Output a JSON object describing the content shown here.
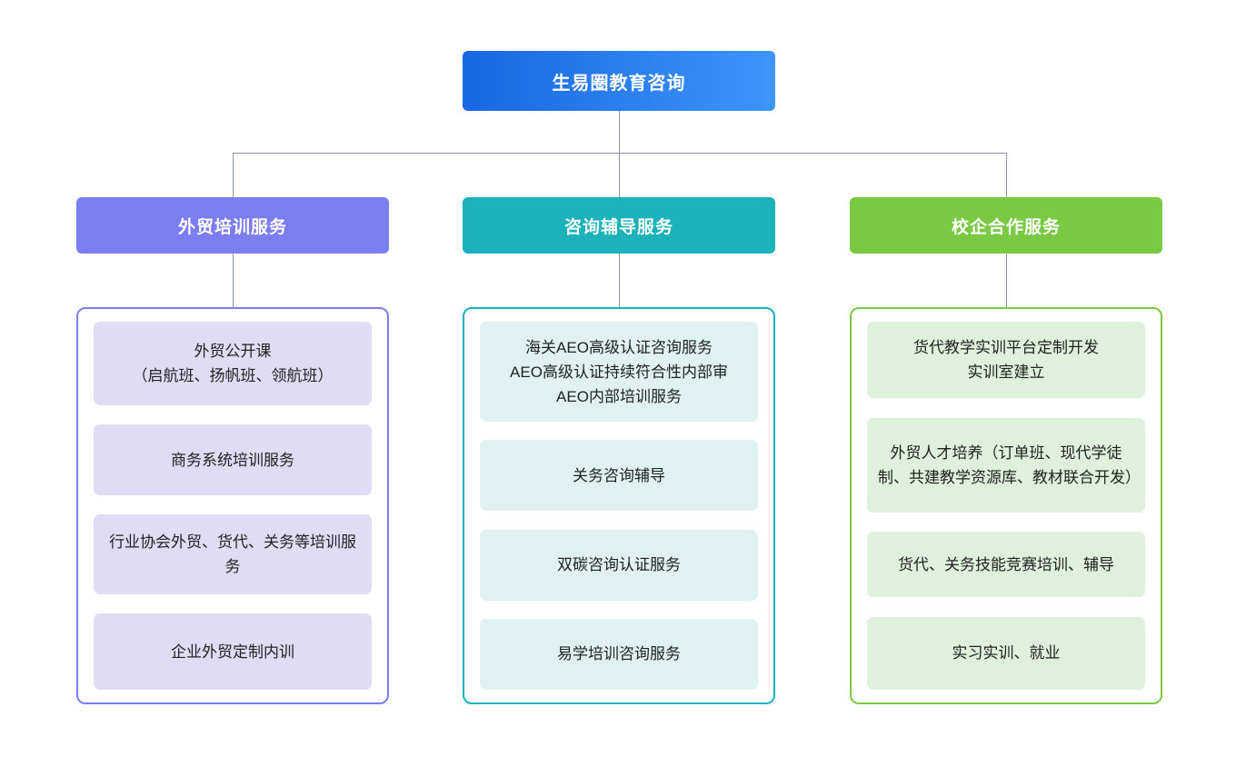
{
  "root": {
    "label": "生易圈教育咨询",
    "gradient_from": "#1668e3",
    "gradient_to": "#3e95fb"
  },
  "connector_color": "#8a94a6",
  "columns": [
    {
      "id": "foreign-trade-training",
      "header": "外贸培训服务",
      "header_color": "#7b7ef0",
      "panel_border_color": "#7b7ef0",
      "leaf_background": "#e0dcf5",
      "items": [
        "外贸公开课\n（启航班、扬帆班、领航班）",
        "商务系统培训服务",
        "行业协会外贸、货代、关务等培训服务",
        "企业外贸定制内训"
      ]
    },
    {
      "id": "consulting-tutoring",
      "header": "咨询辅导服务",
      "header_color": "#1bb2bb",
      "panel_border_color": "#1bb2bb",
      "leaf_background": "#dff2f1",
      "items": [
        "海关AEO高级认证咨询服务\nAEO高级认证持续符合性内部审\nAEO内部培训服务",
        "关务咨询辅导",
        "双碳咨询认证服务",
        "易学培训咨询服务"
      ]
    },
    {
      "id": "school-enterprise-cooperation",
      "header": "校企合作服务",
      "header_color": "#7ac943",
      "panel_border_color": "#7ac943",
      "leaf_background": "#dff0dd",
      "items": [
        "货代教学实训平台定制开发\n实训室建立",
        "外贸人才培养（订单班、现代学徒制、共建教学资源库、教材联合开发）",
        "货代、关务技能竞赛培训、辅导",
        "实习实训、就业"
      ]
    }
  ]
}
